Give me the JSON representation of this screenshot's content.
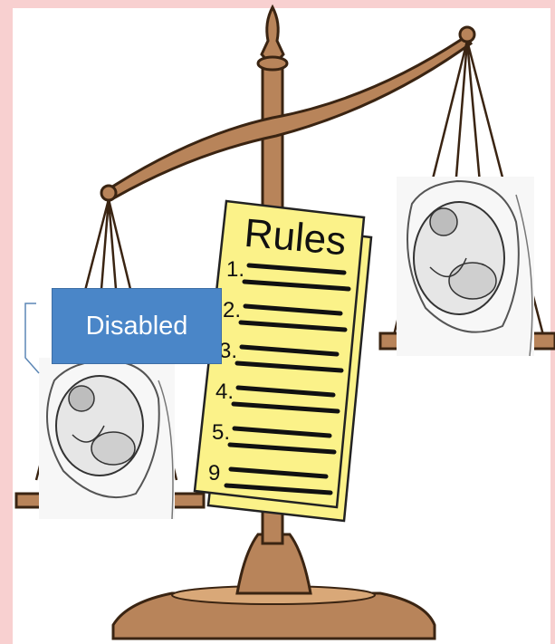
{
  "colors": {
    "frame": "#f8d0d0",
    "wood": "#b8845a",
    "wood_dark": "#6b4524",
    "paper": "#fbf289",
    "label_fill": "#4a86c8",
    "label_text": "#ffffff"
  },
  "rules_sheet": {
    "title": "Rules",
    "numbers": [
      "1.",
      "2.",
      "3.",
      "4.",
      "5.",
      "9"
    ]
  },
  "label": {
    "text": "Disabled"
  },
  "illustrations": [
    {
      "icon": "fetus-in-womb-sketch-icon"
    },
    {
      "icon": "fetus-in-womb-sketch-icon"
    }
  ]
}
